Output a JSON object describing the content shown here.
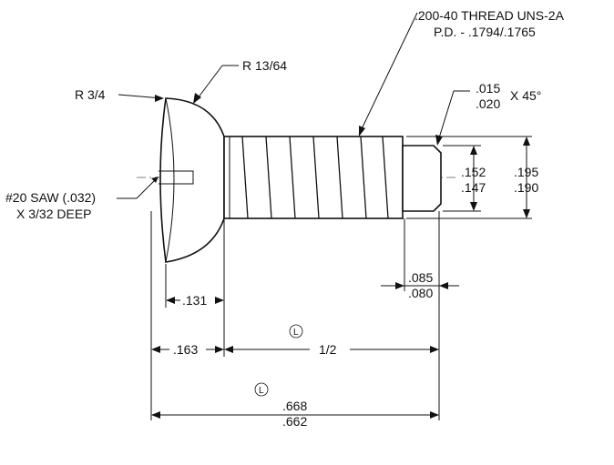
{
  "callouts": {
    "thread_line1": ".200-40 THREAD UNS-2A",
    "thread_line2": "P.D. - .1794/.1765",
    "radius_small": "R 13/64",
    "radius_large": "R 3/4",
    "chamfer_line1": ".015",
    "chamfer_line2": ".020",
    "chamfer_angle": "X 45°",
    "saw_line1": "#20 SAW (.032)",
    "saw_line2": "X 3/32 DEEP"
  },
  "dimensions": {
    "tip_dia_upper": ".152",
    "tip_dia_lower": ".147",
    "major_dia_upper": ".195",
    "major_dia_lower": ".190",
    "tip_len_upper": ".085",
    "tip_len_lower": ".080",
    "head_offset": ".131",
    "head_height": ".163",
    "length": "1/2",
    "overall_upper": ".668",
    "overall_lower": ".662"
  },
  "symbols": {
    "datum_1": "L",
    "datum_2": "L"
  }
}
